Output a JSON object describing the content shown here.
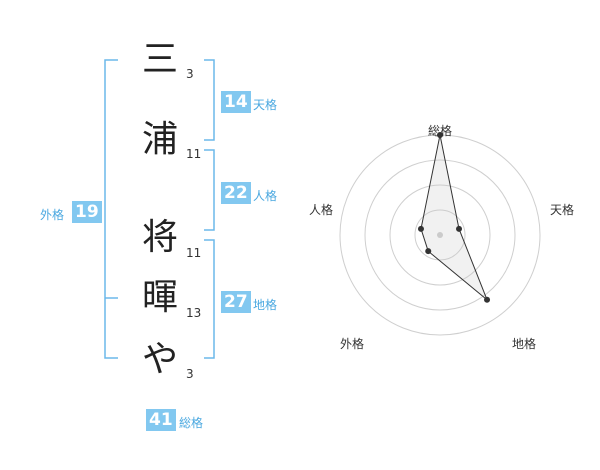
{
  "colors": {
    "accent": "#82c8f0",
    "accent_text": "#4aa8e0",
    "bracket": "#6cb8ea"
  },
  "name": {
    "chars": [
      {
        "char": "三",
        "strokes": "3"
      },
      {
        "char": "浦",
        "strokes": "11"
      },
      {
        "char": "将",
        "strokes": "11"
      },
      {
        "char": "暉",
        "strokes": "13"
      },
      {
        "char": "や",
        "strokes": "3"
      }
    ]
  },
  "kaku": {
    "tenkaku": {
      "label": "天格",
      "value": "14"
    },
    "jinkaku": {
      "label": "人格",
      "value": "22"
    },
    "chikaku": {
      "label": "地格",
      "value": "27"
    },
    "gaikaku": {
      "label": "外格",
      "value": "19"
    },
    "soukaku": {
      "label": "総格",
      "value": "41"
    }
  },
  "chart_data": {
    "type": "radar",
    "axes": [
      "総格",
      "天格",
      "地格",
      "外格",
      "人格"
    ],
    "values": [
      5,
      1,
      4,
      1,
      1
    ],
    "rmax": 5,
    "rings": 4,
    "grid": true
  }
}
